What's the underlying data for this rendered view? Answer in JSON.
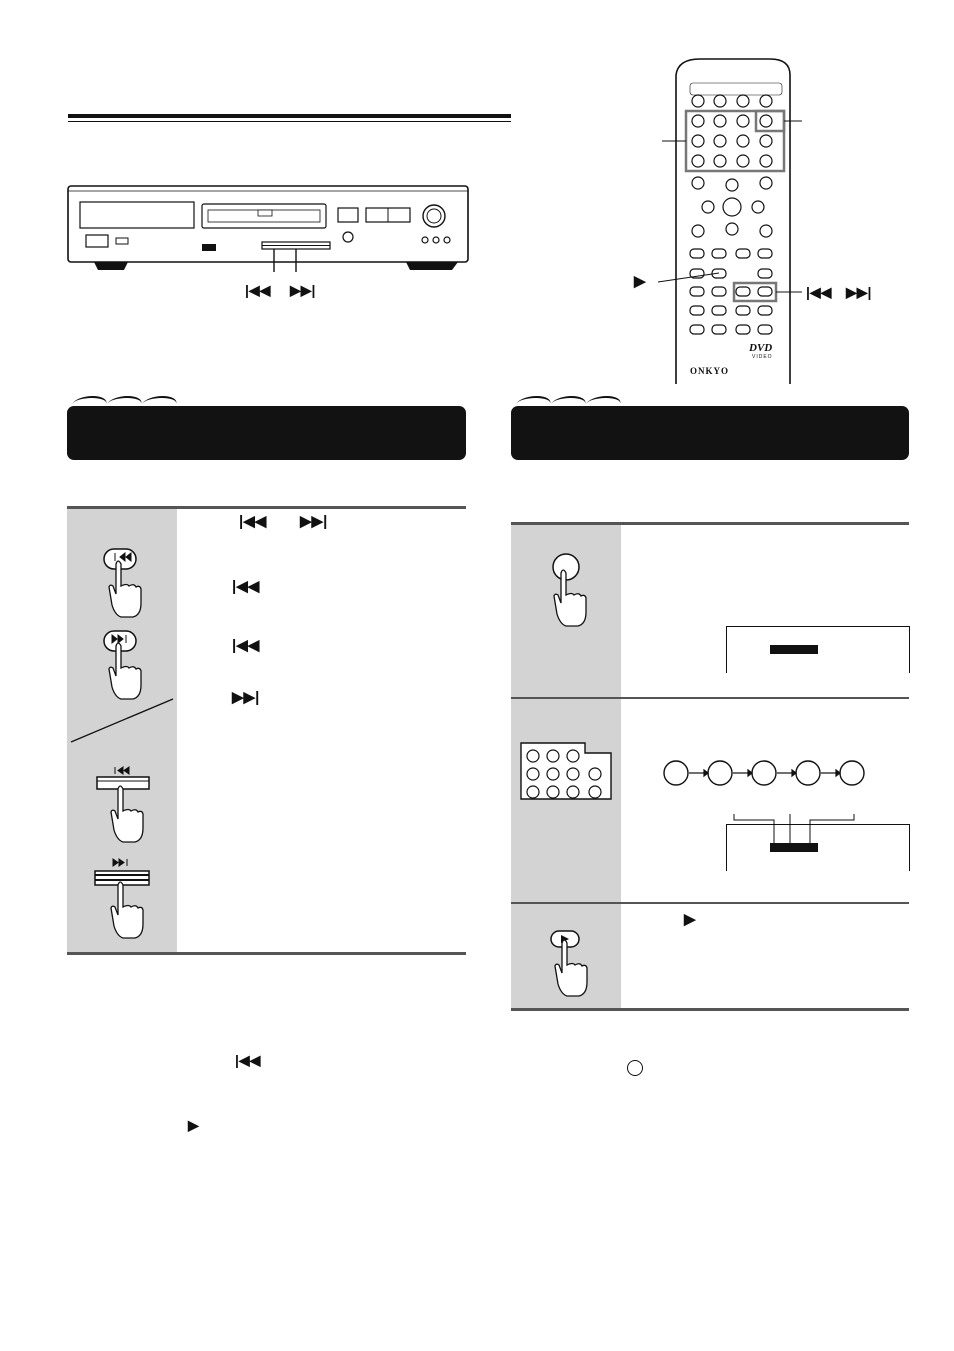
{
  "player": {
    "button_labels": [
      "|◀◀",
      "▶▶|"
    ]
  },
  "remote": {
    "brand": "ONKYO",
    "logo_text": "DVD",
    "logo_sub": "VIDEO",
    "play_label": "▶",
    "skip_labels": [
      "|◀◀",
      "▶▶|"
    ]
  },
  "left_section": {
    "skip_inline_icons": [
      "|◀◀",
      "▶▶|",
      "|◀◀",
      "|◀◀",
      "▶▶|"
    ],
    "note_icons": [
      "|◀◀",
      "▶"
    ]
  },
  "right_section": {
    "play_inline_icon": "▶"
  },
  "colors": {
    "banner": "#121212",
    "step_panel": "#d3d3d3",
    "highlight_frame": "#777777"
  }
}
